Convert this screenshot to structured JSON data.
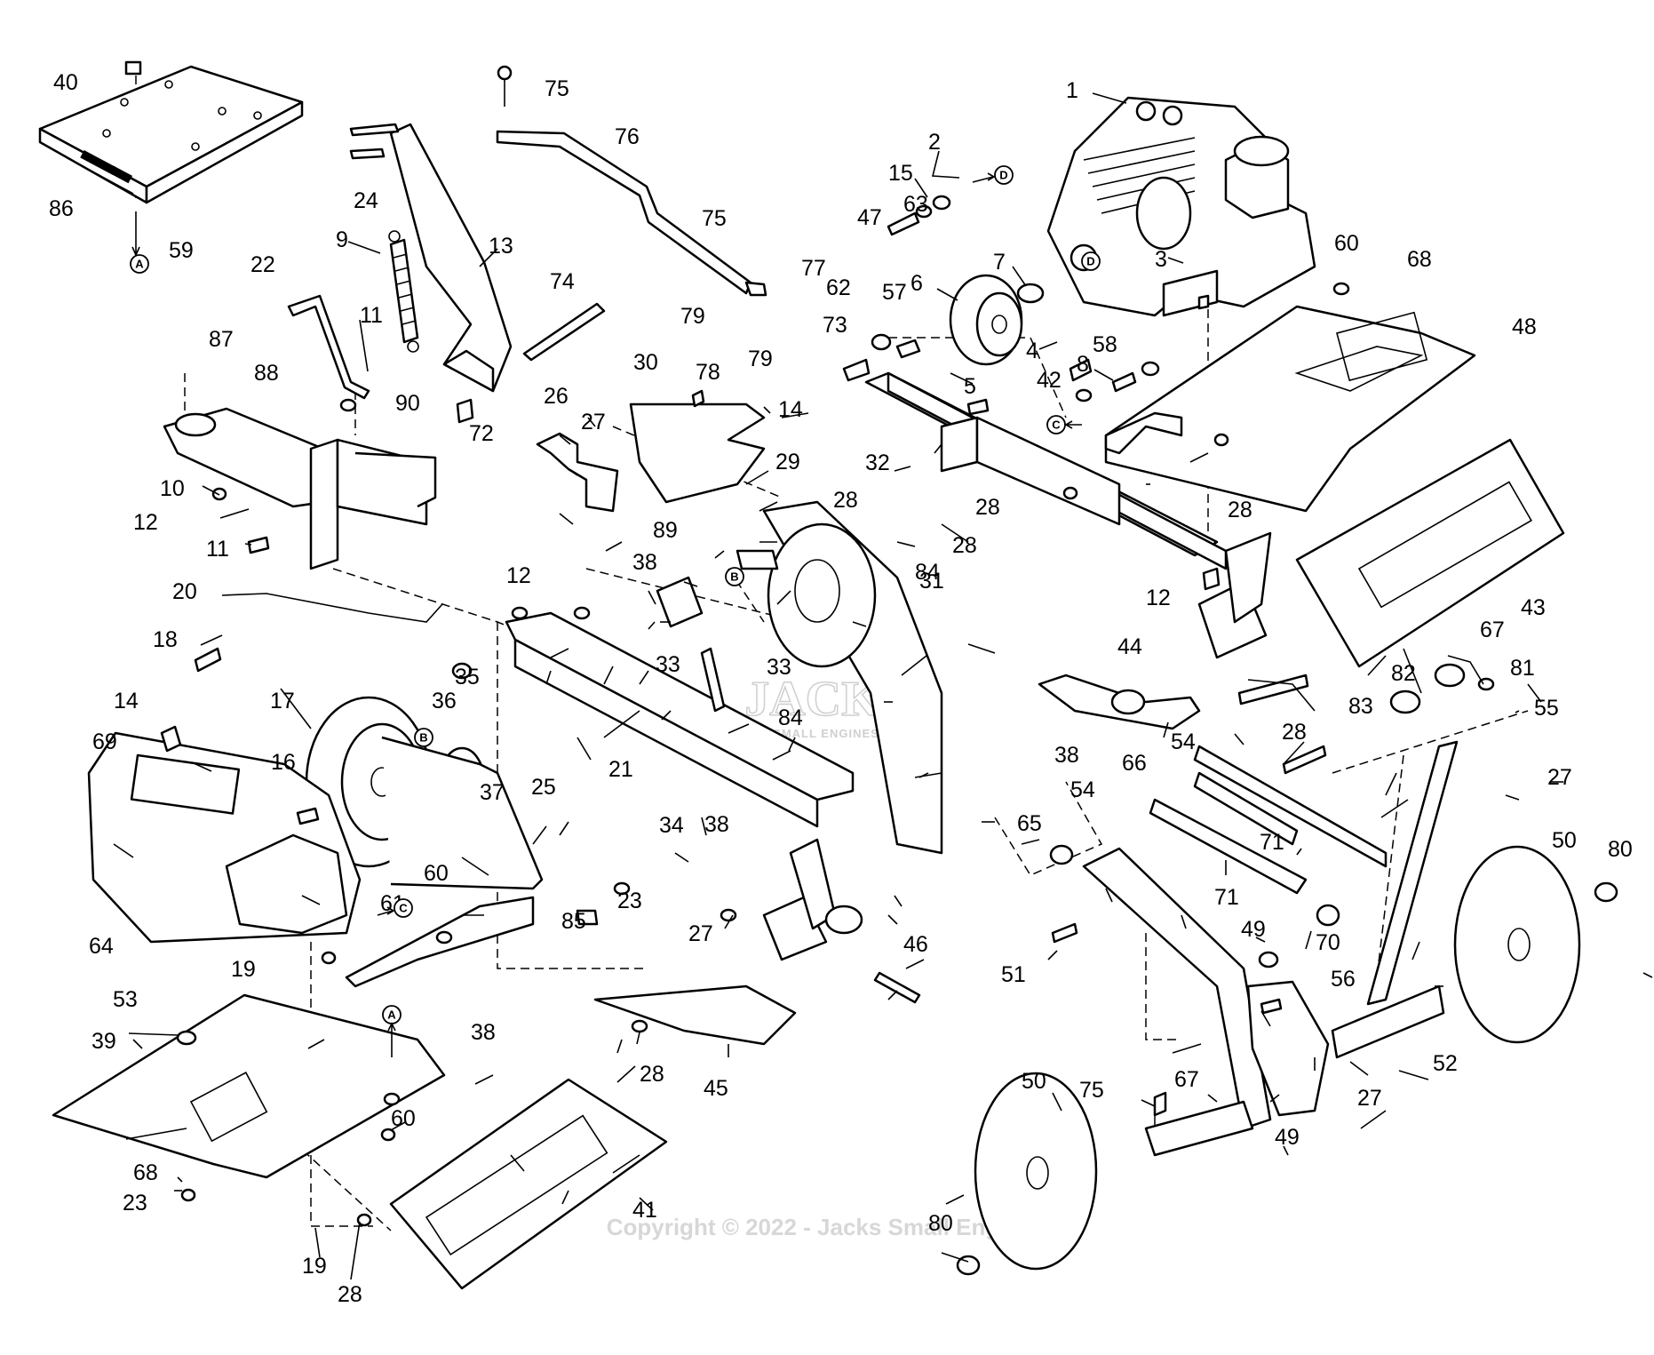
{
  "watermark": {
    "logo": "JACKS",
    "logo_sub": "SMALL ENGINES",
    "copyright": "Copyright © 2022 - Jacks Small Engines"
  },
  "ref_markers": {
    "A": "A",
    "B": "B",
    "C": "C",
    "D": "D"
  },
  "callouts": [
    "1",
    "2",
    "3",
    "4",
    "5",
    "6",
    "7",
    "8",
    "9",
    "10",
    "11",
    "12",
    "13",
    "14",
    "15",
    "16",
    "17",
    "18",
    "19",
    "20",
    "21",
    "22",
    "23",
    "24",
    "25",
    "26",
    "27",
    "28",
    "29",
    "30",
    "31",
    "32",
    "33",
    "34",
    "35",
    "36",
    "37",
    "38",
    "39",
    "40",
    "41",
    "42",
    "43",
    "44",
    "45",
    "46",
    "47",
    "48",
    "49",
    "50",
    "51",
    "52",
    "53",
    "54",
    "55",
    "56",
    "57",
    "58",
    "59",
    "60",
    "61",
    "62",
    "63",
    "64",
    "65",
    "66",
    "67",
    "68",
    "69",
    "70",
    "71",
    "72",
    "73",
    "74",
    "75",
    "76",
    "77",
    "78",
    "79",
    "80",
    "81",
    "82",
    "83",
    "84",
    "85",
    "86",
    "87",
    "88",
    "89",
    "90"
  ]
}
